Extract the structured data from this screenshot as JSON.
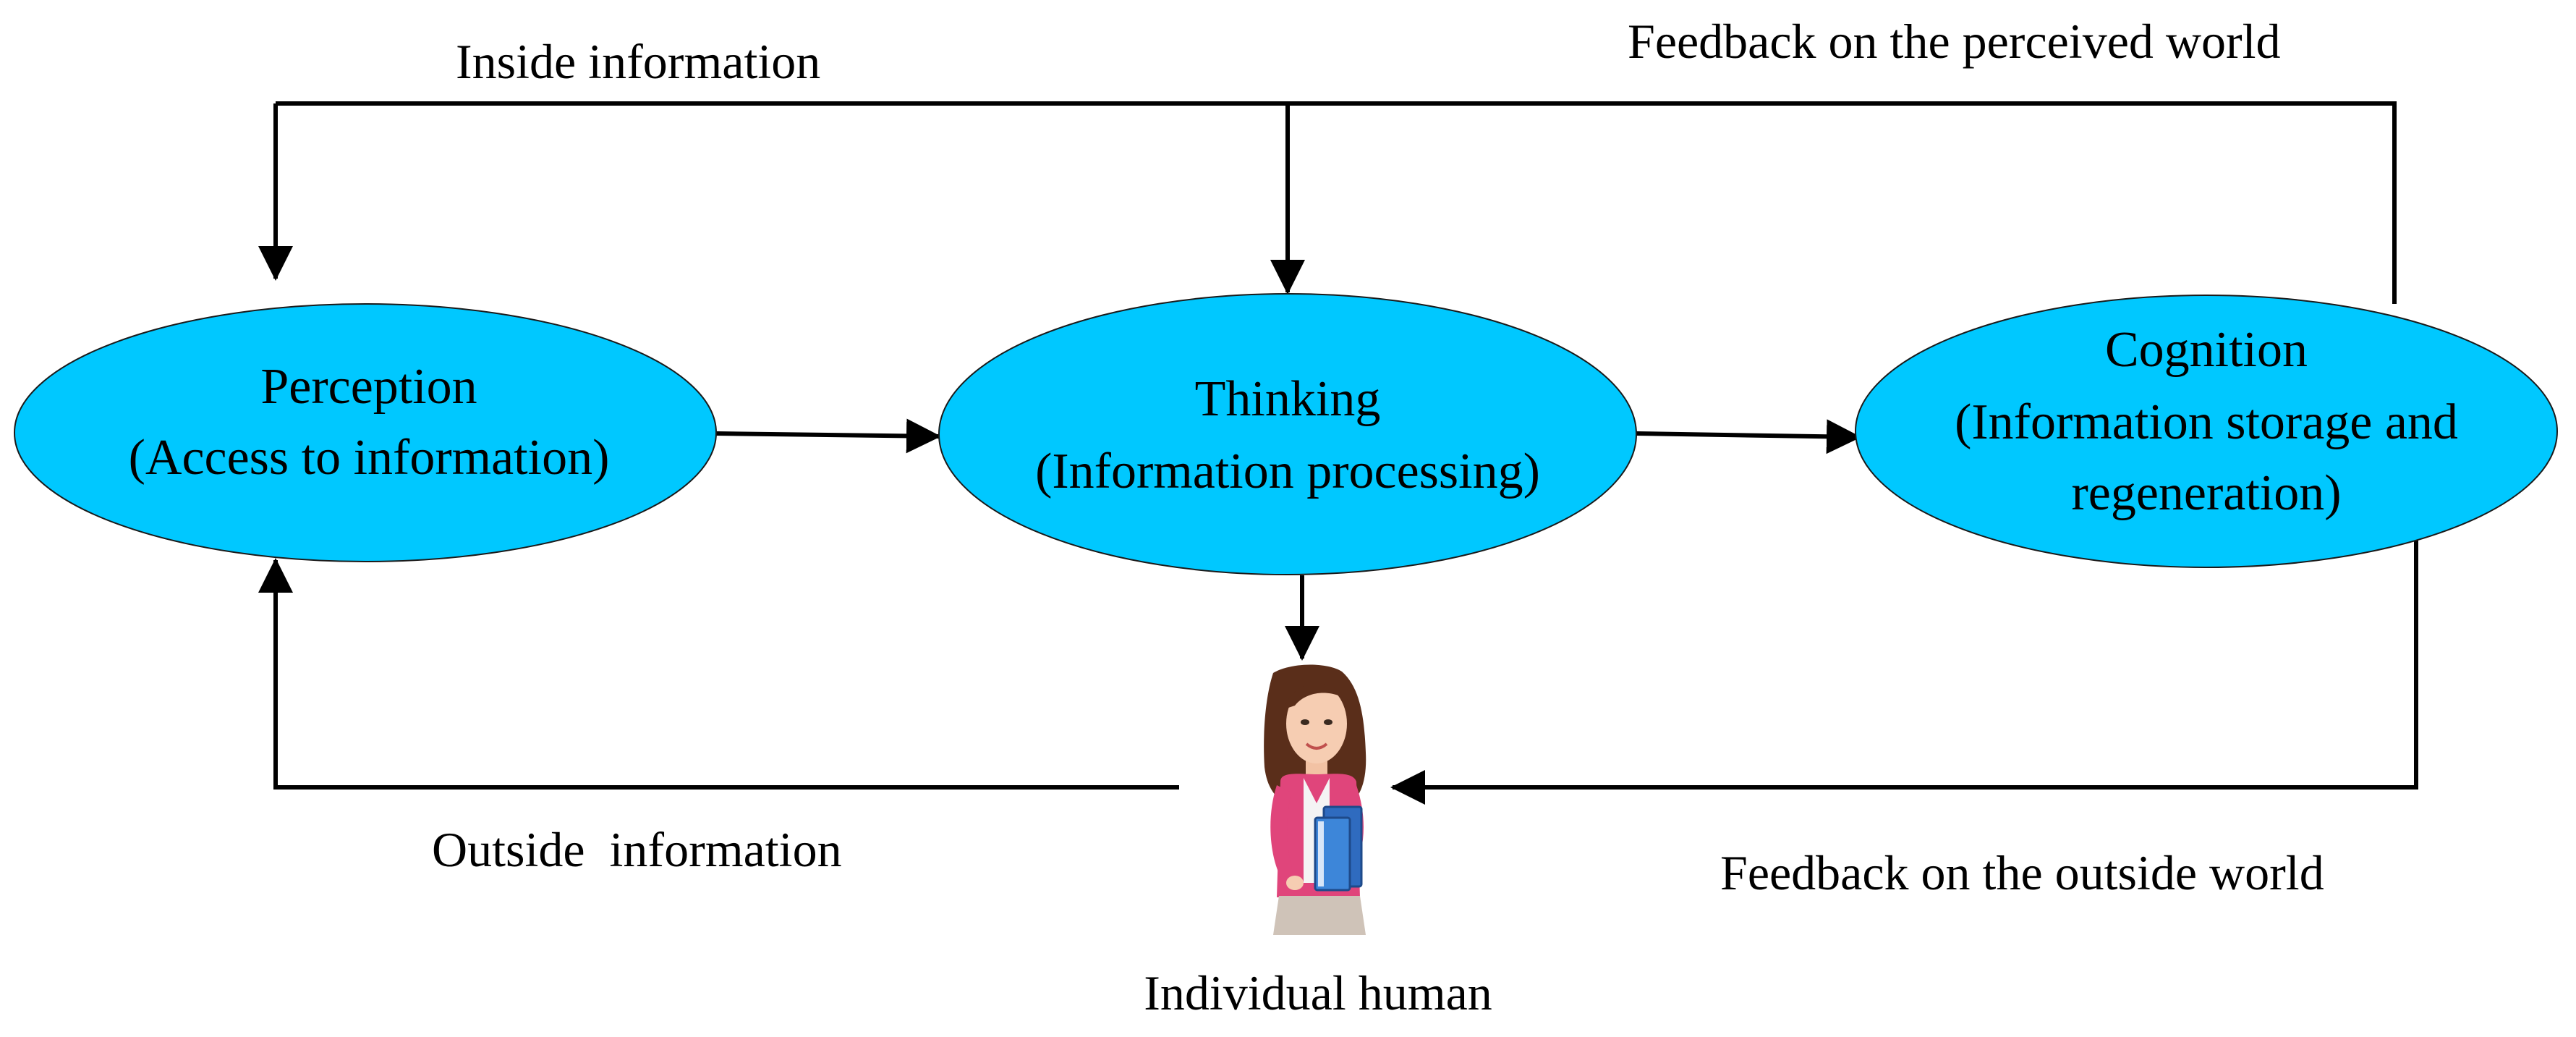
{
  "nodes": {
    "perception": {
      "line1": "Perception",
      "line2": "(Access to information)"
    },
    "thinking": {
      "line1": "Thinking",
      "line2": "(Information processing)"
    },
    "cognition": {
      "line1": "Cognition",
      "line2": "(Information storage and",
      "line3": "regeneration)"
    }
  },
  "labels": {
    "inside_information": "Inside information",
    "feedback_perceived": "Feedback on the perceived world",
    "outside_information": "Outside  information",
    "feedback_outside": "Feedback on the outside world",
    "individual_human": "Individual human"
  },
  "colors": {
    "node_fill": "#00c8ff",
    "line": "#000000"
  },
  "icons": {
    "human": "woman-student-holding-books-icon"
  }
}
